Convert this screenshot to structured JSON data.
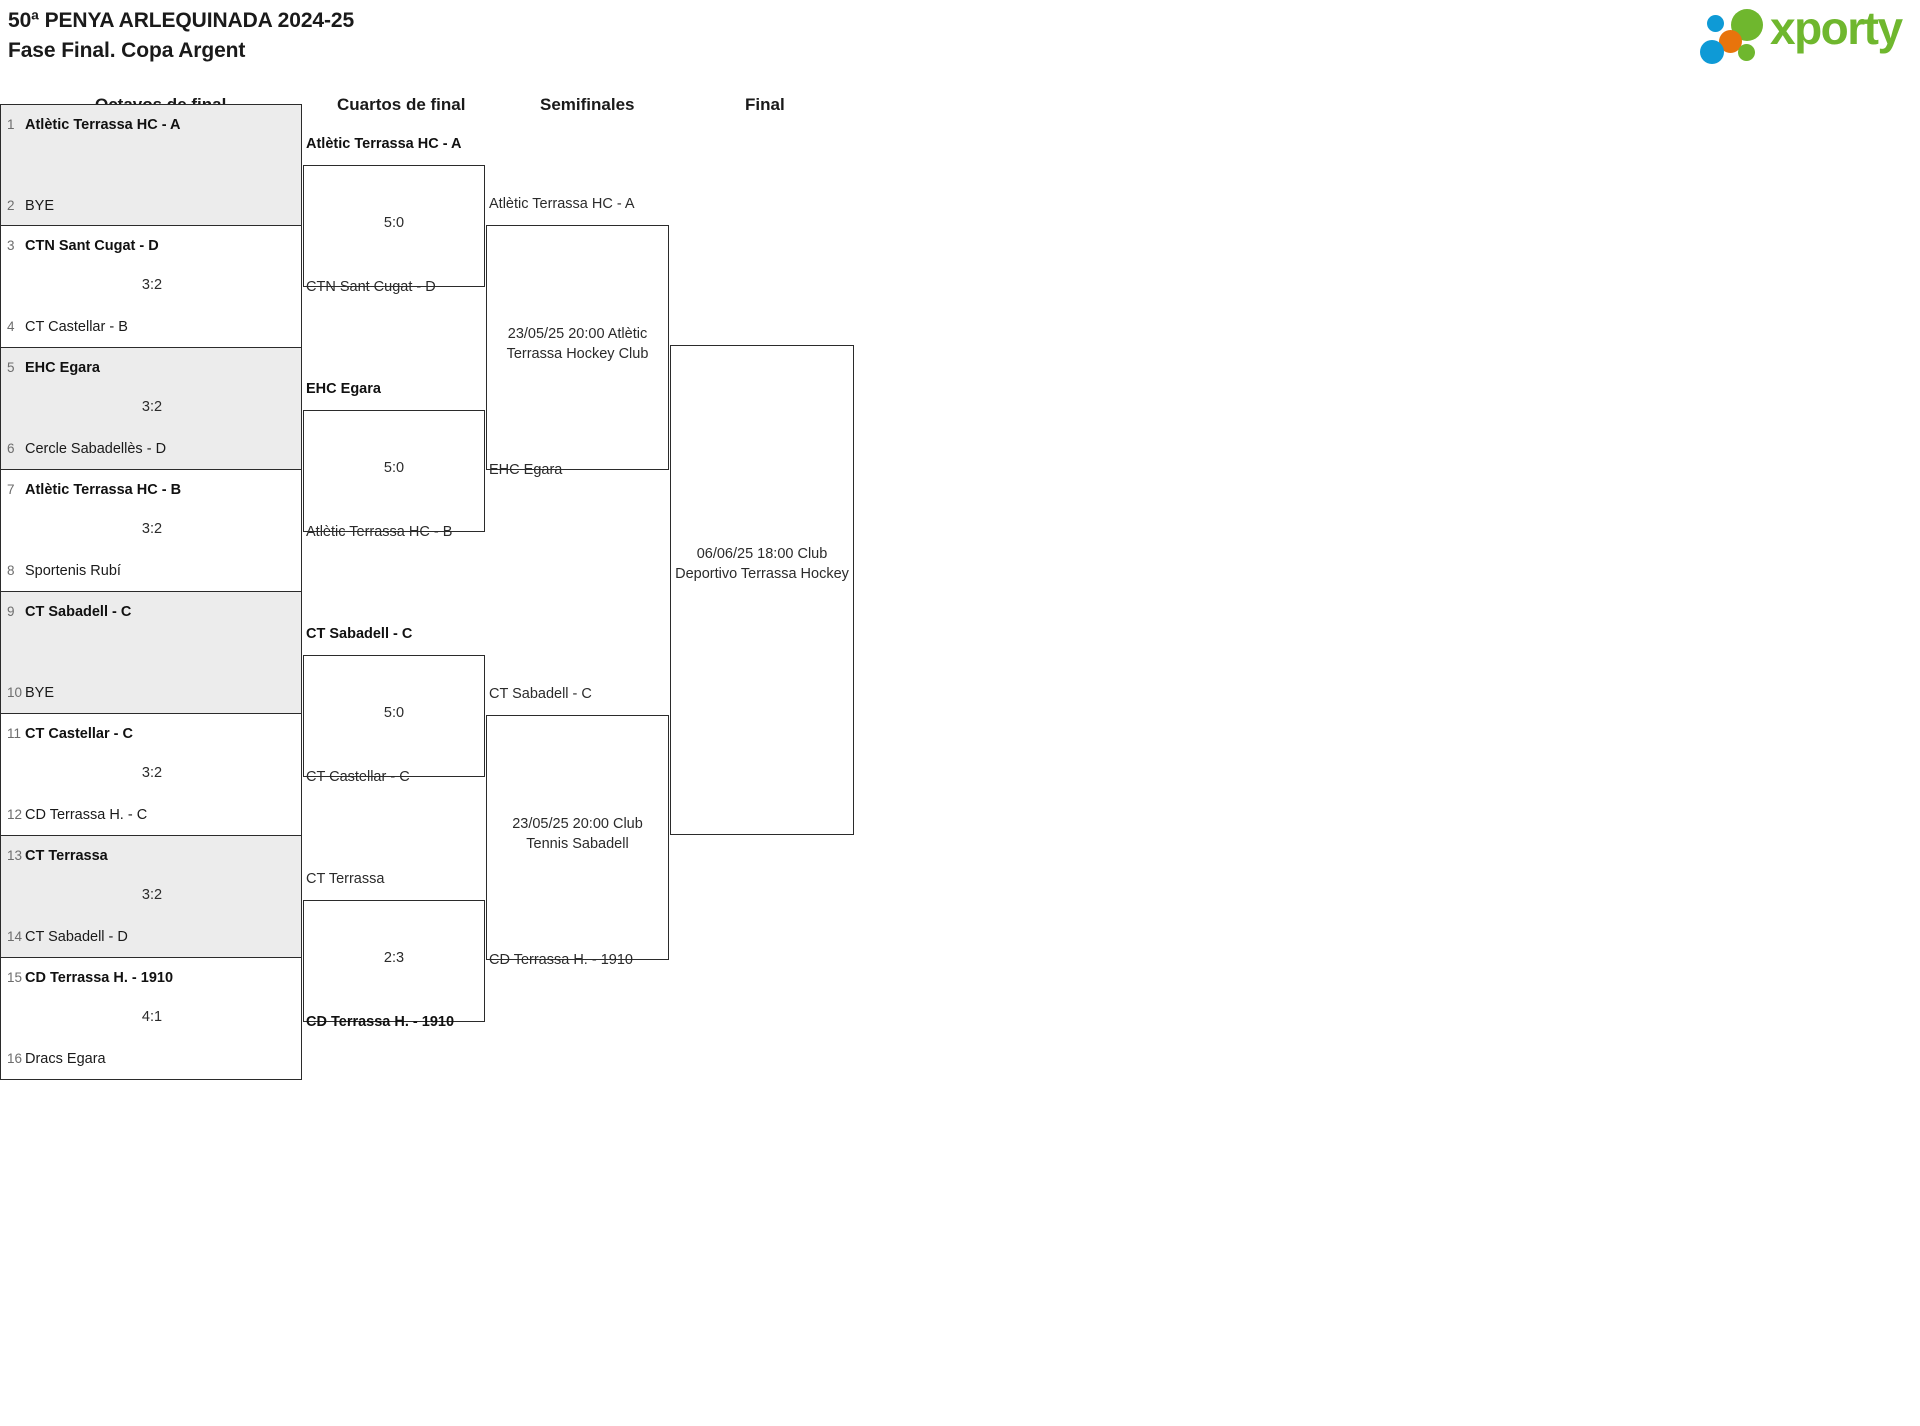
{
  "header": {
    "title_line1": "50ª PENYA ARLEQUINADA 2024-25",
    "title_line2": "Fase Final. Copa Argent"
  },
  "brand": {
    "name": "xporty",
    "green": "#6fb72e",
    "blue": "#0e9ad6",
    "orange": "#e8740c"
  },
  "rounds": [
    {
      "label": "Octavos de final"
    },
    {
      "label": "Cuartos de final"
    },
    {
      "label": "Semifinales"
    },
    {
      "label": "Final"
    }
  ],
  "round1": [
    {
      "top_seed": "1",
      "top_team": "Atlètic Terrassa HC - A",
      "top_winner": true,
      "bottom_seed": "2",
      "bottom_team": "BYE",
      "bottom_winner": false,
      "score": "",
      "shaded": true
    },
    {
      "top_seed": "3",
      "top_team": "CTN Sant Cugat - D",
      "top_winner": true,
      "bottom_seed": "4",
      "bottom_team": "CT Castellar - B",
      "bottom_winner": false,
      "score": "3:2",
      "shaded": false
    },
    {
      "top_seed": "5",
      "top_team": "EHC Egara",
      "top_winner": true,
      "bottom_seed": "6",
      "bottom_team": "Cercle Sabadellès - D",
      "bottom_winner": false,
      "score": "3:2",
      "shaded": true
    },
    {
      "top_seed": "7",
      "top_team": "Atlètic Terrassa HC - B",
      "top_winner": true,
      "bottom_seed": "8",
      "bottom_team": "Sportenis Rubí",
      "bottom_winner": false,
      "score": "3:2",
      "shaded": false
    },
    {
      "top_seed": "9",
      "top_team": "CT Sabadell - C",
      "top_winner": true,
      "bottom_seed": "10",
      "bottom_team": "BYE",
      "bottom_winner": false,
      "score": "",
      "shaded": true
    },
    {
      "top_seed": "11",
      "top_team": "CT Castellar - C",
      "top_winner": true,
      "bottom_seed": "12",
      "bottom_team": "CD Terrassa H. - C",
      "bottom_winner": false,
      "score": "3:2",
      "shaded": false
    },
    {
      "top_seed": "13",
      "top_team": "CT Terrassa",
      "top_winner": true,
      "bottom_seed": "14",
      "bottom_team": "CT Sabadell - D",
      "bottom_winner": false,
      "score": "3:2",
      "shaded": true
    },
    {
      "top_seed": "15",
      "top_team": "CD Terrassa H. - 1910",
      "top_winner": true,
      "bottom_seed": "16",
      "bottom_team": "Dracs Egara",
      "bottom_winner": false,
      "score": "4:1",
      "shaded": false
    }
  ],
  "round2": [
    {
      "winner_team": "Atlètic Terrassa HC - A",
      "winner_bold": true,
      "loser_team": "CTN Sant Cugat - D",
      "loser_bold": false,
      "score": "5:0"
    },
    {
      "winner_team": "EHC Egara",
      "winner_bold": true,
      "loser_team": "Atlètic Terrassa HC - B",
      "loser_bold": false,
      "score": "5:0"
    },
    {
      "winner_team": "CT Sabadell - C",
      "winner_bold": true,
      "loser_team": "CT Castellar - C",
      "loser_bold": false,
      "score": "5:0"
    },
    {
      "winner_team": "CT Terrassa",
      "winner_bold": false,
      "loser_team": "CD Terrassa H. - 1910",
      "loser_bold": true,
      "score": "2:3"
    }
  ],
  "round3": [
    {
      "top_team": "Atlètic Terrassa HC - A",
      "bottom_team": "EHC Egara",
      "info": "23/05/25 20:00 Atlètic Terrassa Hockey Club"
    },
    {
      "top_team": "CT Sabadell - C",
      "bottom_team": "CD Terrassa H. - 1910",
      "info": "23/05/25 20:00 Club Tennis Sabadell"
    }
  ],
  "final": {
    "info": "06/06/25 18:00 Club Deportivo Terrassa Hockey"
  }
}
